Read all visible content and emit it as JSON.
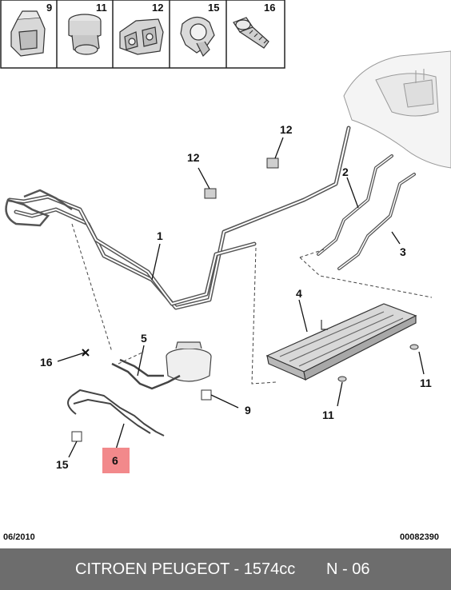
{
  "thumbnails": [
    {
      "number": "9"
    },
    {
      "number": "11"
    },
    {
      "number": "12"
    },
    {
      "number": "15"
    },
    {
      "number": "16"
    }
  ],
  "callouts": {
    "c1": "1",
    "c2": "2",
    "c3": "3",
    "c4": "4",
    "c5": "5",
    "c6": "6",
    "c9": "9",
    "c11a": "11",
    "c11b": "11",
    "c12a": "12",
    "c12b": "12",
    "c15": "15",
    "c16": "16"
  },
  "date_code": "06/2010",
  "diagram_code": "00082390",
  "footer": {
    "title": "CITROEN PEUGEOT - 1574cc",
    "code": "N - 06"
  },
  "colors": {
    "highlight": "#f2898b",
    "footer_bg": "#6d6d6d"
  }
}
